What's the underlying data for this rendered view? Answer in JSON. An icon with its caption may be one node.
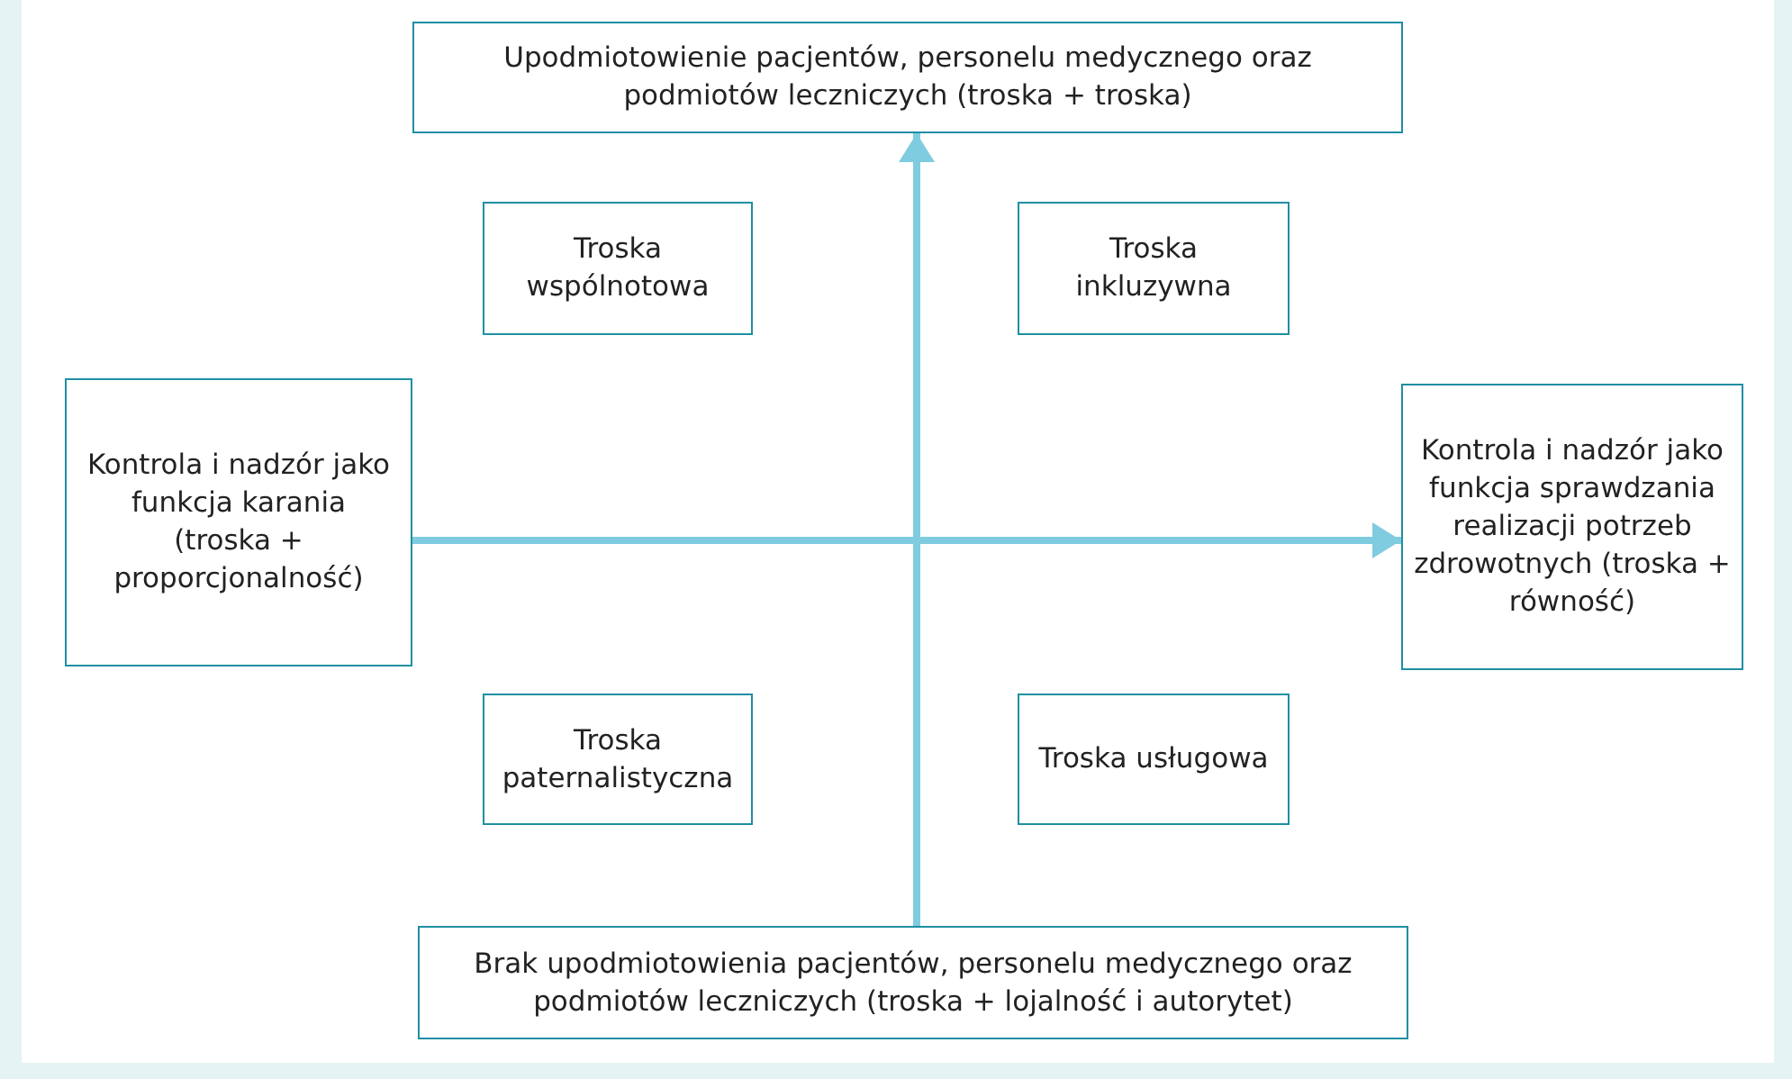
{
  "diagram": {
    "nodes": [
      {
        "text": [
          "Upodmiotowienie pacjentów, personelu medycznego oraz podmiotów leczniczych (troska + troska)"
        ]
      },
      {
        "text": [
          "Troska wspólnotowa"
        ]
      },
      {
        "text": [
          "Troska inkluzywna"
        ]
      },
      {
        "text": [
          "Kontrola i nadzór jako funkcja karania (troska + proporcjonalność)"
        ]
      },
      {
        "text": [
          "Kontrola i nadzór jako funkcja sprawdzania realizacji potrzeb zdrowotnych (troska + równość)"
        ]
      },
      {
        "text": [
          "Troska paternalistyczna"
        ]
      },
      {
        "text": [
          "Troska usługowa"
        ]
      },
      {
        "text": [
          "Brak upodmiotowienia pacjentów, personelu medycznego oraz podmiotów leczniczych (troska + lojalność i autorytet)"
        ]
      }
    ],
    "edges": [
      {
        "from": 7,
        "to": 0,
        "arrow": "to"
      },
      {
        "from": 3,
        "to": 4,
        "arrow": "to"
      }
    ]
  }
}
